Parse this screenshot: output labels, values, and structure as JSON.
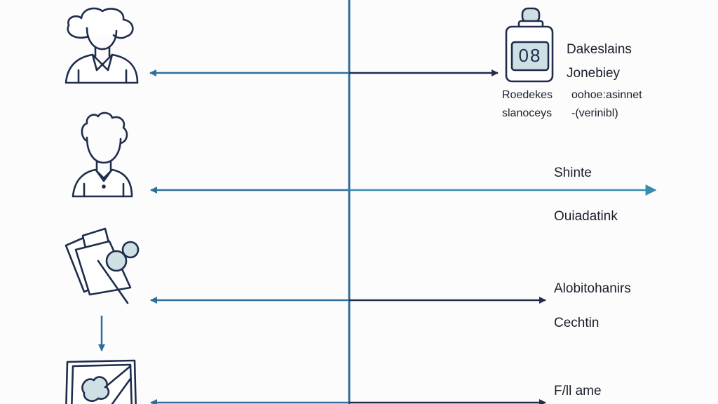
{
  "colors": {
    "axis": "#2e6e9c",
    "arrow_blue": "#2e6e9c",
    "arrow_dark": "#1f2d4d",
    "icon_stroke": "#1f2d4d",
    "icon_fill": "#cfe0e4",
    "background": "#fcfcfc"
  },
  "icons": {
    "row1": "person-cloud-icon",
    "row2": "person-curly-hair-icon",
    "row3": "documents-magnifier-icon",
    "row4": "image-frame-icon",
    "device": "bottle-display-icon"
  },
  "device": {
    "display_value": "08"
  },
  "labels": {
    "row1_title": "Dakeslains",
    "row1_sub": "Jonebiey",
    "row1_note_left_1": "Roedekes",
    "row1_note_left_2": "slanoceys",
    "row1_note_right_1": "oohoe:asinnet",
    "row1_note_right_2": "-(verinibl)",
    "row2_title": "Shinte",
    "row2_sub": "Ouiadatink",
    "row3_title": "Alobitohanirs",
    "row3_sub": "Cechtin",
    "row4_title": "F/ll ame"
  }
}
